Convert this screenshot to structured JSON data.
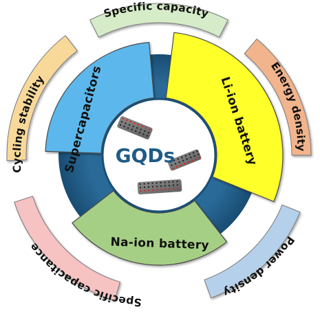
{
  "diagram": {
    "center": {
      "label": "GQDs"
    },
    "segments": [
      {
        "id": "supercapacitors",
        "label": "Supercapacitors",
        "color": "#5bb8ec"
      },
      {
        "id": "li-ion",
        "label": "Li-ion battery",
        "color": "#ffff2a"
      },
      {
        "id": "na-ion",
        "label": "Na-ion battery",
        "color": "#a6cf86"
      }
    ],
    "outer_labels": [
      {
        "id": "specific-capacity",
        "label": "Specific capacity",
        "color": "#d6ebc8"
      },
      {
        "id": "energy-density",
        "label": "Energy density",
        "color": "#f2b48c"
      },
      {
        "id": "power-density",
        "label": "Power density",
        "color": "#b5d0ea"
      },
      {
        "id": "specific-capacitance",
        "label": "Specific capacitance",
        "color": "#f6c2c2"
      },
      {
        "id": "cycling-stability",
        "label": "Cycling stability",
        "color": "#f8d99a"
      }
    ],
    "colors": {
      "ring": "#1f5b86",
      "center_text": "#1f5b86"
    }
  }
}
